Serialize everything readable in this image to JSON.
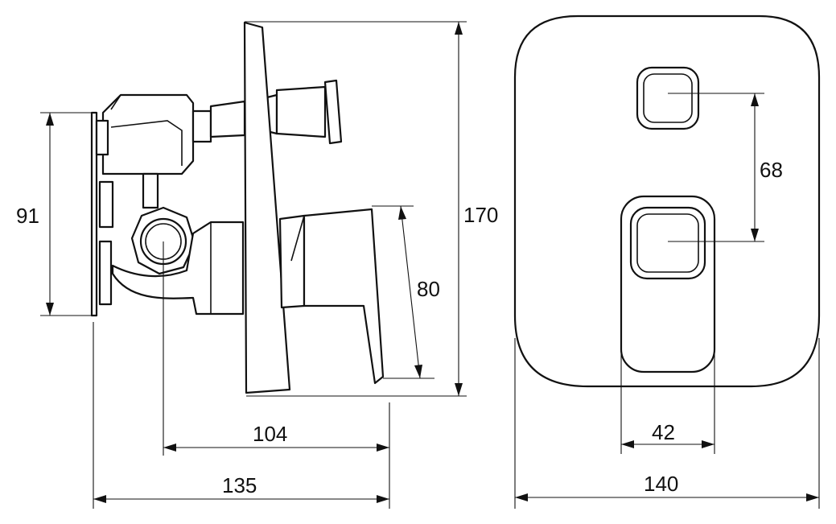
{
  "dimensions": {
    "mount_height": "91",
    "handle_drop": "80",
    "plate_height": "170",
    "knob_spacing": "68",
    "handle_width": "42",
    "plate_width": "140",
    "outlet_to_plate": "104",
    "body_depth": "135"
  }
}
